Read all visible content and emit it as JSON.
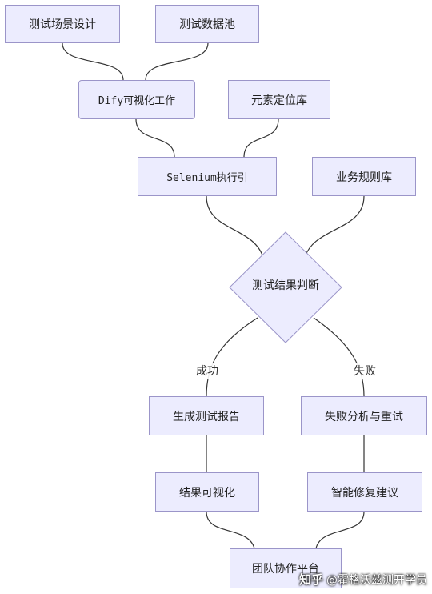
{
  "nodes": {
    "scenario_design": "测试场景设计",
    "data_pool": "测试数据池",
    "dify_workflow": "Dify可视化工作",
    "element_repo": "元素定位库",
    "selenium_engine": "Selenium执行引",
    "business_rules": "业务规则库",
    "result_judgement": "测试结果判断",
    "generate_report": "生成测试报告",
    "failure_analysis": "失败分析与重试",
    "result_visualization": "结果可视化",
    "smart_fix": "智能修复建议",
    "team_platform": "团队协作平台"
  },
  "edges": {
    "success_label": "成功",
    "failure_label": "失败"
  },
  "watermark": {
    "logo": "知乎",
    "text": "@霍格沃兹测开学员"
  },
  "colors": {
    "node_fill": "#ececfe",
    "node_border": "#9b95c9",
    "edge": "#333333"
  }
}
